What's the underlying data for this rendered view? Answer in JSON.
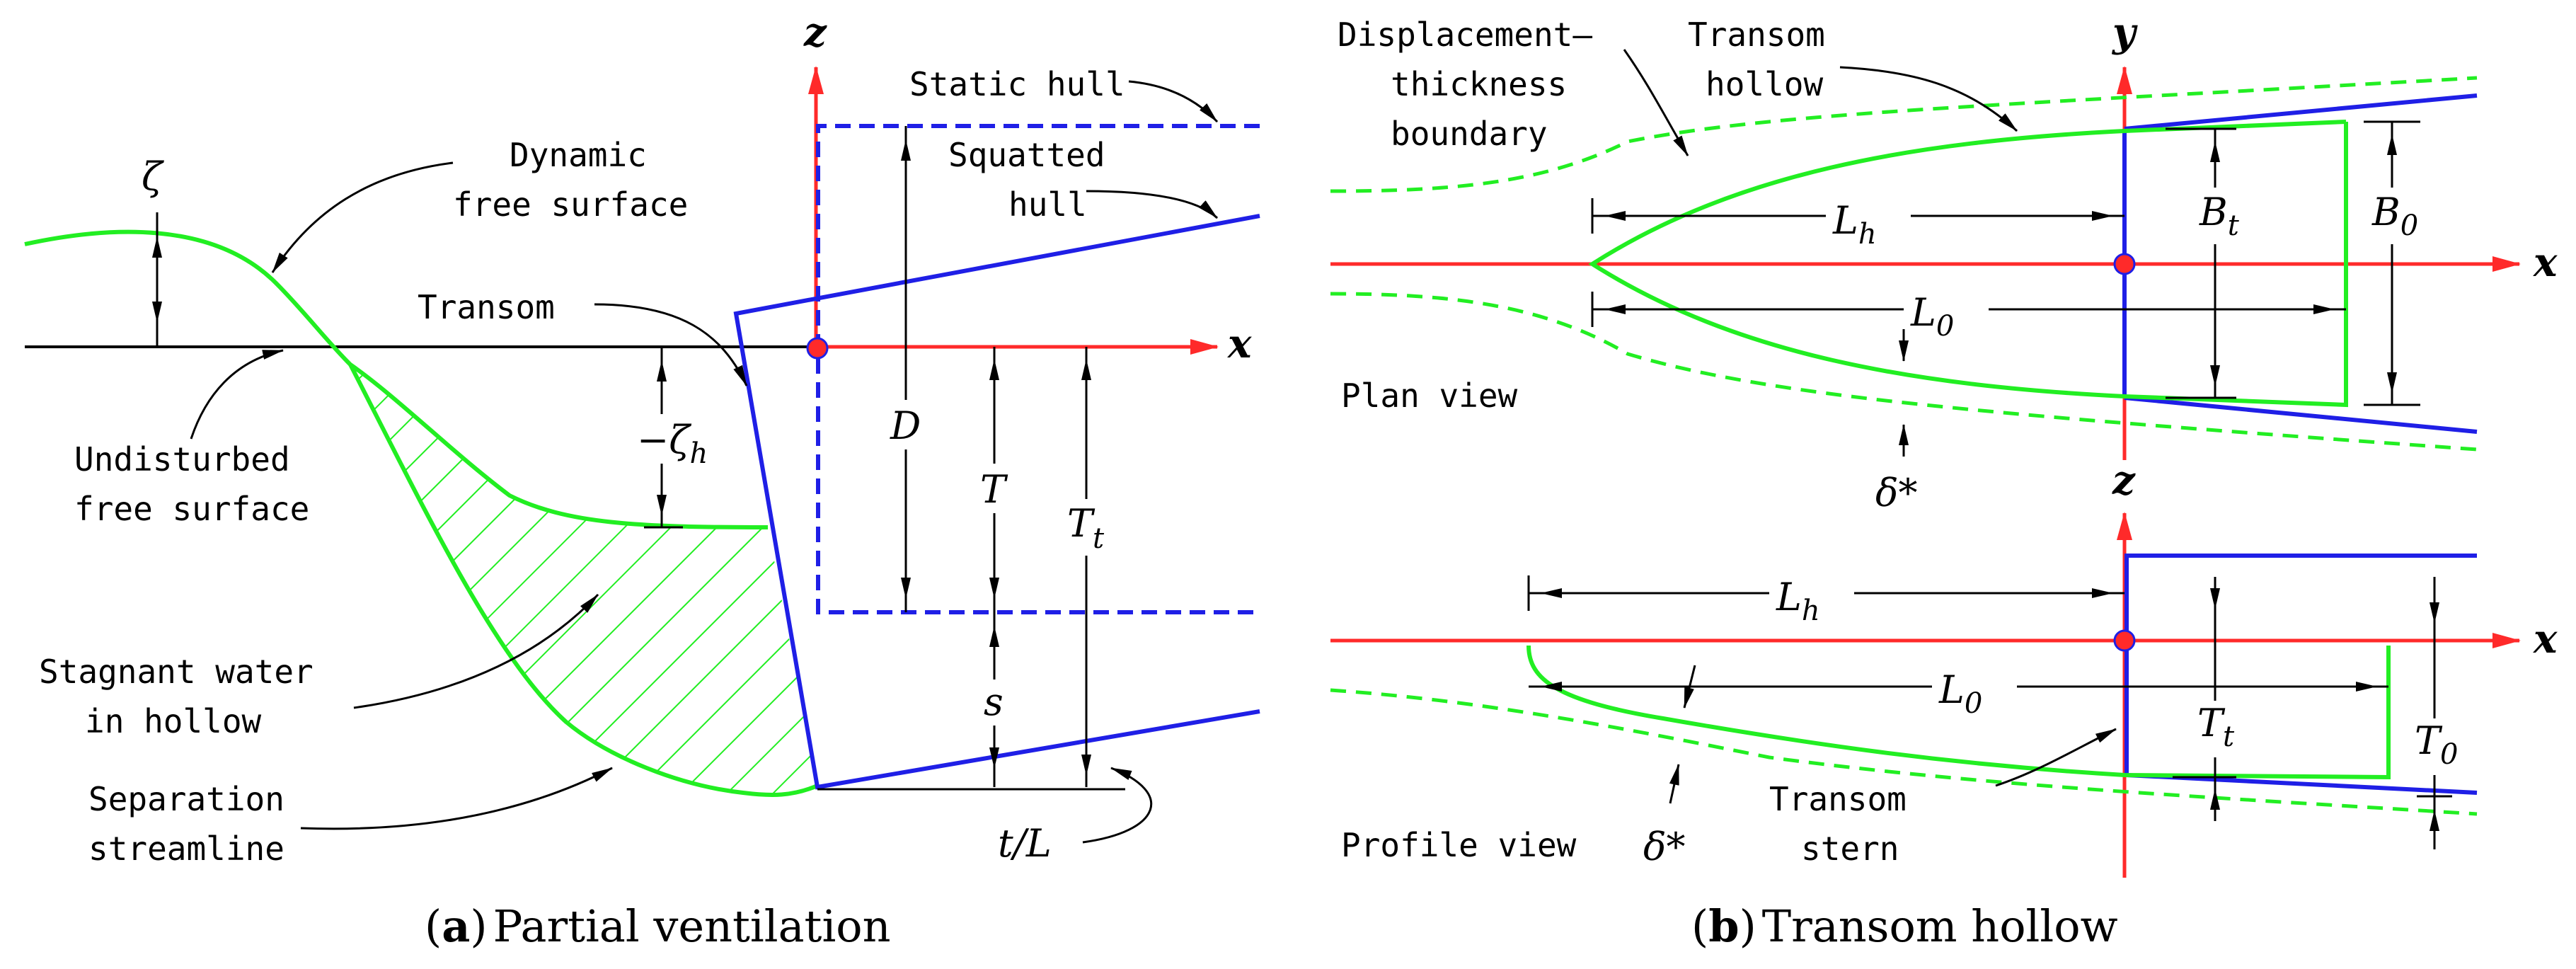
{
  "colors": {
    "axis": "#ff2a2a",
    "hull": "#1f1fe6",
    "water": "#22ee22",
    "ink": "#000000"
  },
  "panel_a": {
    "caption_letter": "a",
    "caption_text": "Partial ventilation",
    "axis_x": "x",
    "axis_z": "z",
    "labels": {
      "static_hull": "Static hull",
      "squatted_hull_1": "Squatted",
      "squatted_hull_2": "hull",
      "dynamic_fs_1": "Dynamic",
      "dynamic_fs_2": "free surface",
      "transom": "Transom",
      "undisturbed_1": "Undisturbed",
      "undisturbed_2": "free surface",
      "stagnant_1": "Stagnant water",
      "stagnant_2": "in hollow",
      "separation_1": "Separation",
      "separation_2": "streamline"
    },
    "symbols": {
      "zeta": "ζ",
      "neg_zeta_h": "−ζ",
      "neg_zeta_h_sub": "h",
      "D": "D",
      "T": "T",
      "T_t": "T",
      "T_t_sub": "t",
      "s": "s",
      "t_over_L": "t/L"
    }
  },
  "panel_b": {
    "caption_letter": "b",
    "caption_text": "Transom hollow",
    "labels": {
      "displacement_1": "Displacement—",
      "displacement_2": "thickness",
      "displacement_3": "boundary",
      "transom_hollow_1": "Transom",
      "transom_hollow_2": "hollow",
      "plan_view": "Plan view",
      "profile_view": "Profile view",
      "transom_stern_1": "Transom",
      "transom_stern_2": "stern"
    },
    "plan": {
      "axis_x": "x",
      "axis_y": "y",
      "L_h": "L",
      "L_h_sub": "h",
      "L_0": "L",
      "L_0_sub": "0",
      "B_t": "B",
      "B_t_sub": "t",
      "B_0": "B",
      "B_0_sub": "0",
      "delta": "δ*"
    },
    "profile": {
      "axis_x": "x",
      "axis_z": "z",
      "L_h": "L",
      "L_h_sub": "h",
      "L_0": "L",
      "L_0_sub": "0",
      "T_t": "T",
      "T_t_sub": "t",
      "T_0": "T",
      "T_0_sub": "0",
      "delta": "δ*"
    }
  }
}
